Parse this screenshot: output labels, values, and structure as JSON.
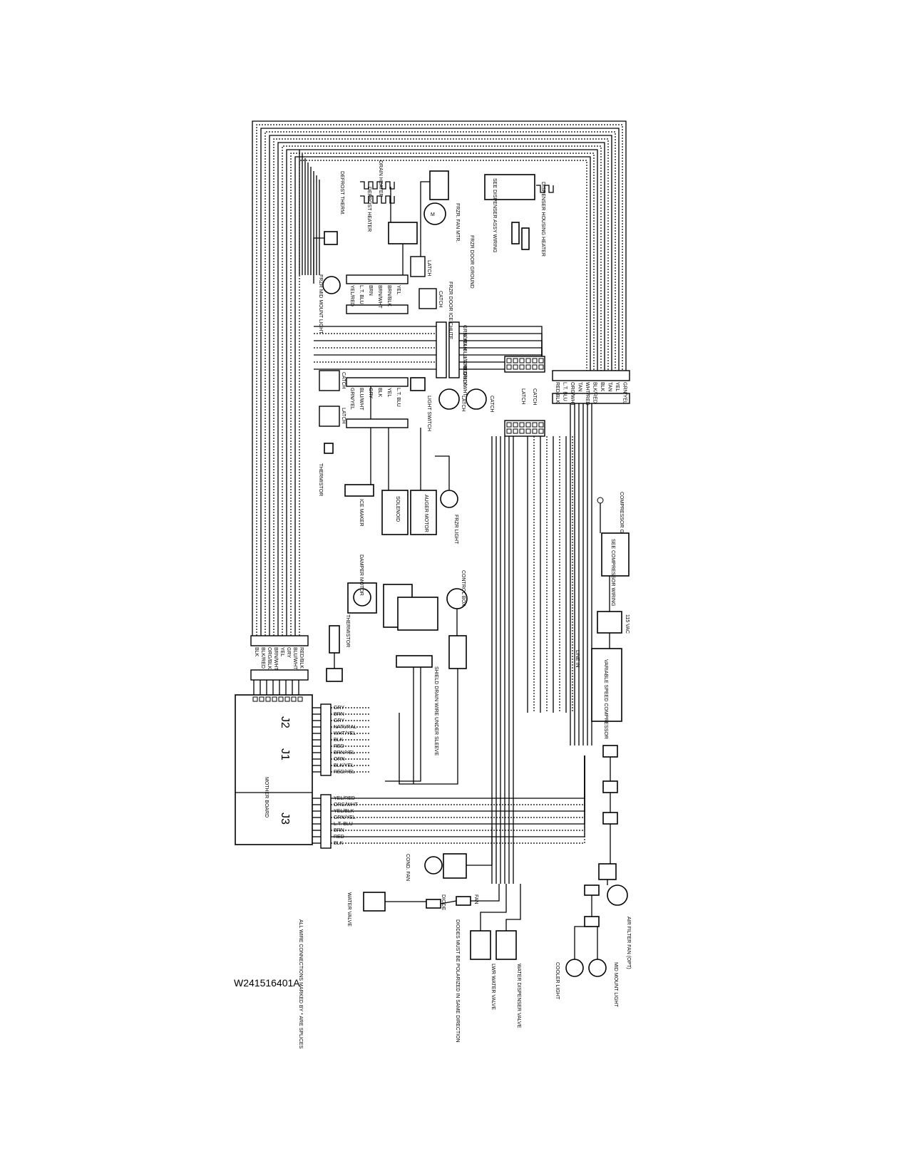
{
  "drawing_number": "W241516401A",
  "board": {
    "name": "MOTHER BOARD",
    "j2": "J2",
    "j1": "J1",
    "j3": "J3"
  },
  "board_j2_j1_wires": [
    "GRY",
    "BRN",
    "GRY",
    "NATURAL",
    "WHT/YEL",
    "BLK",
    "RED",
    "BRN/YEL",
    "ORN",
    "BLK/YEL",
    "RED/YEL"
  ],
  "board_j3_wires": [
    "YEL/RED",
    "ORG/WHT",
    "YEL/BLK",
    "GRN/YEL",
    "L.T. BLU",
    "BRN",
    "RED",
    "BLK"
  ],
  "top_connector_wires": [
    "BLK",
    "BLK/RED",
    "ORG/BLK",
    "BRN/WHT",
    "YEL",
    "GRY",
    "BLU/WHT",
    "RED/BLK"
  ],
  "right_connector_wires": [
    "RED/BLK",
    "L.T. BLU",
    "ORG/WHT",
    "TAN",
    "WHT/RED",
    "BLK/RED",
    "BLK",
    "TAN",
    "YEL",
    "GRN/YEL"
  ],
  "mid_connector_wires": [
    "GRN/YEL",
    "BLK",
    "TAN",
    "BLU/WHT",
    "L.T. BLU",
    "RED/BLK",
    "ORG/WHT"
  ],
  "freezer_upper_wires": [
    "YEL/RED",
    "L.T. BLU",
    "BRN",
    "BRN/WHT",
    "BRN/BLK",
    "YEL"
  ],
  "fresh_food_wires": [
    "GRN/YEL",
    "BLU/WHT",
    "GRY",
    "BLK",
    "YEL",
    "L.T. BLU"
  ],
  "components": {
    "defrost_heater": "DEFROST HEATER",
    "defrost_therm": "DEFROST THERM.",
    "drain_heater": "DRAIN HEATER",
    "frzr_fan_mtr": "FRZR. FAN MTR.",
    "frzr_mid_mount_light": "FRZR MID MOUNT LIGHT",
    "frzr_ground": "FRZR DOOR GROUND",
    "dispenser_housing_heater": "DISPENSER HOUSING HEATER",
    "see_dispenser_wiring": "SEE DISPENSER ASSY WIRING",
    "frzr_door_ice_chute": "FRZR DOOR ICE CHUTE",
    "light_switch": "LIGHT SWITCH",
    "latch": "LATCH",
    "catch": "CATCH",
    "thermistor": "THERMISTOR",
    "ice_maker": "ICE MAKER",
    "solenoid": "SOLENOID",
    "auger_motor": "AUGER MOTOR",
    "frzr_light": "FRZR LIGHT",
    "compressor_ground": "COMPRESSOR GROUND",
    "see_compressor_wiring": "SEE COMPRESSOR WIRING",
    "damper_motor": "DAMPER MOTOR",
    "control_box": "CONTROL BOX",
    "variable_speed_compressor": "VARIABLE SPEED COMPRESSOR",
    "line_115v": "115 VAC",
    "line_in": "LINE IN",
    "cond_fan": "COND. FAN",
    "water_valve": "WATER VALVE",
    "fan": "FAN",
    "diode": "DIODE",
    "diodes_note": "DIODES MUST BE POLARIZED IN SAME DIRECTION",
    "lwr_water_valve": "LWR WATER VALVE",
    "water_dispenser_valve": "WATER DISPENSER VALVE",
    "cooler_light": "COOLER LIGHT",
    "air_filter_fan": "AIR FILTER FAN (OPT)",
    "mid_mount_light": "MID MOUNT LIGHT",
    "wires_note": "ALL WIRE CONNECTIONS MARKED BY * ARE SPLICES",
    "shield_note": "SHIELD DRAIN WIRE UNDER SLEEVE"
  }
}
